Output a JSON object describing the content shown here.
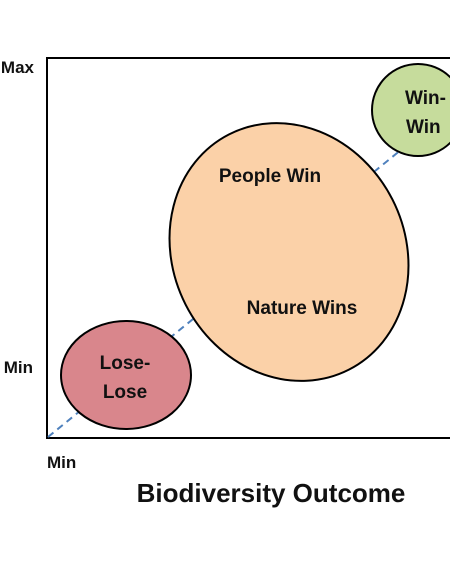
{
  "axes": {
    "x_title": "Biodiversity Outcome",
    "x_min_label": "Min",
    "y_max_label": "Max",
    "y_min_label": "Min"
  },
  "zones": {
    "win_win": {
      "line1": "Win-",
      "line2": "Win"
    },
    "people_win": "People Win",
    "nature_wins": "Nature Wins",
    "lose_lose": {
      "line1": "Lose-",
      "line2": "Lose"
    }
  },
  "colors": {
    "win_win_fill": "#c6dc9c",
    "central_fill": "#fbd1a8",
    "lose_lose_fill": "#d9868c",
    "outline": "#000000",
    "diagonal": "#4f81bd"
  }
}
